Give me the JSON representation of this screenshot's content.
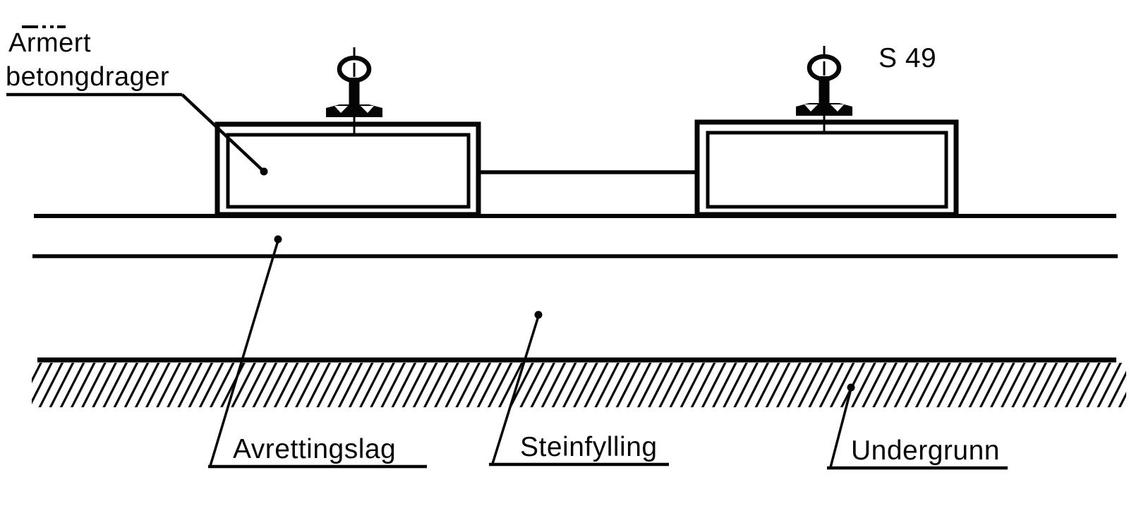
{
  "drawing": {
    "labels": {
      "beam_line1": "Armert",
      "beam_line2": "betongdrager",
      "rail_type": "S 49",
      "leveling_layer": "Avrettingslag",
      "stone_fill": "Steinfylling",
      "subgrade": "Undergrunn"
    },
    "colors": {
      "ink": "#050505",
      "paper": "#ffffff"
    }
  }
}
